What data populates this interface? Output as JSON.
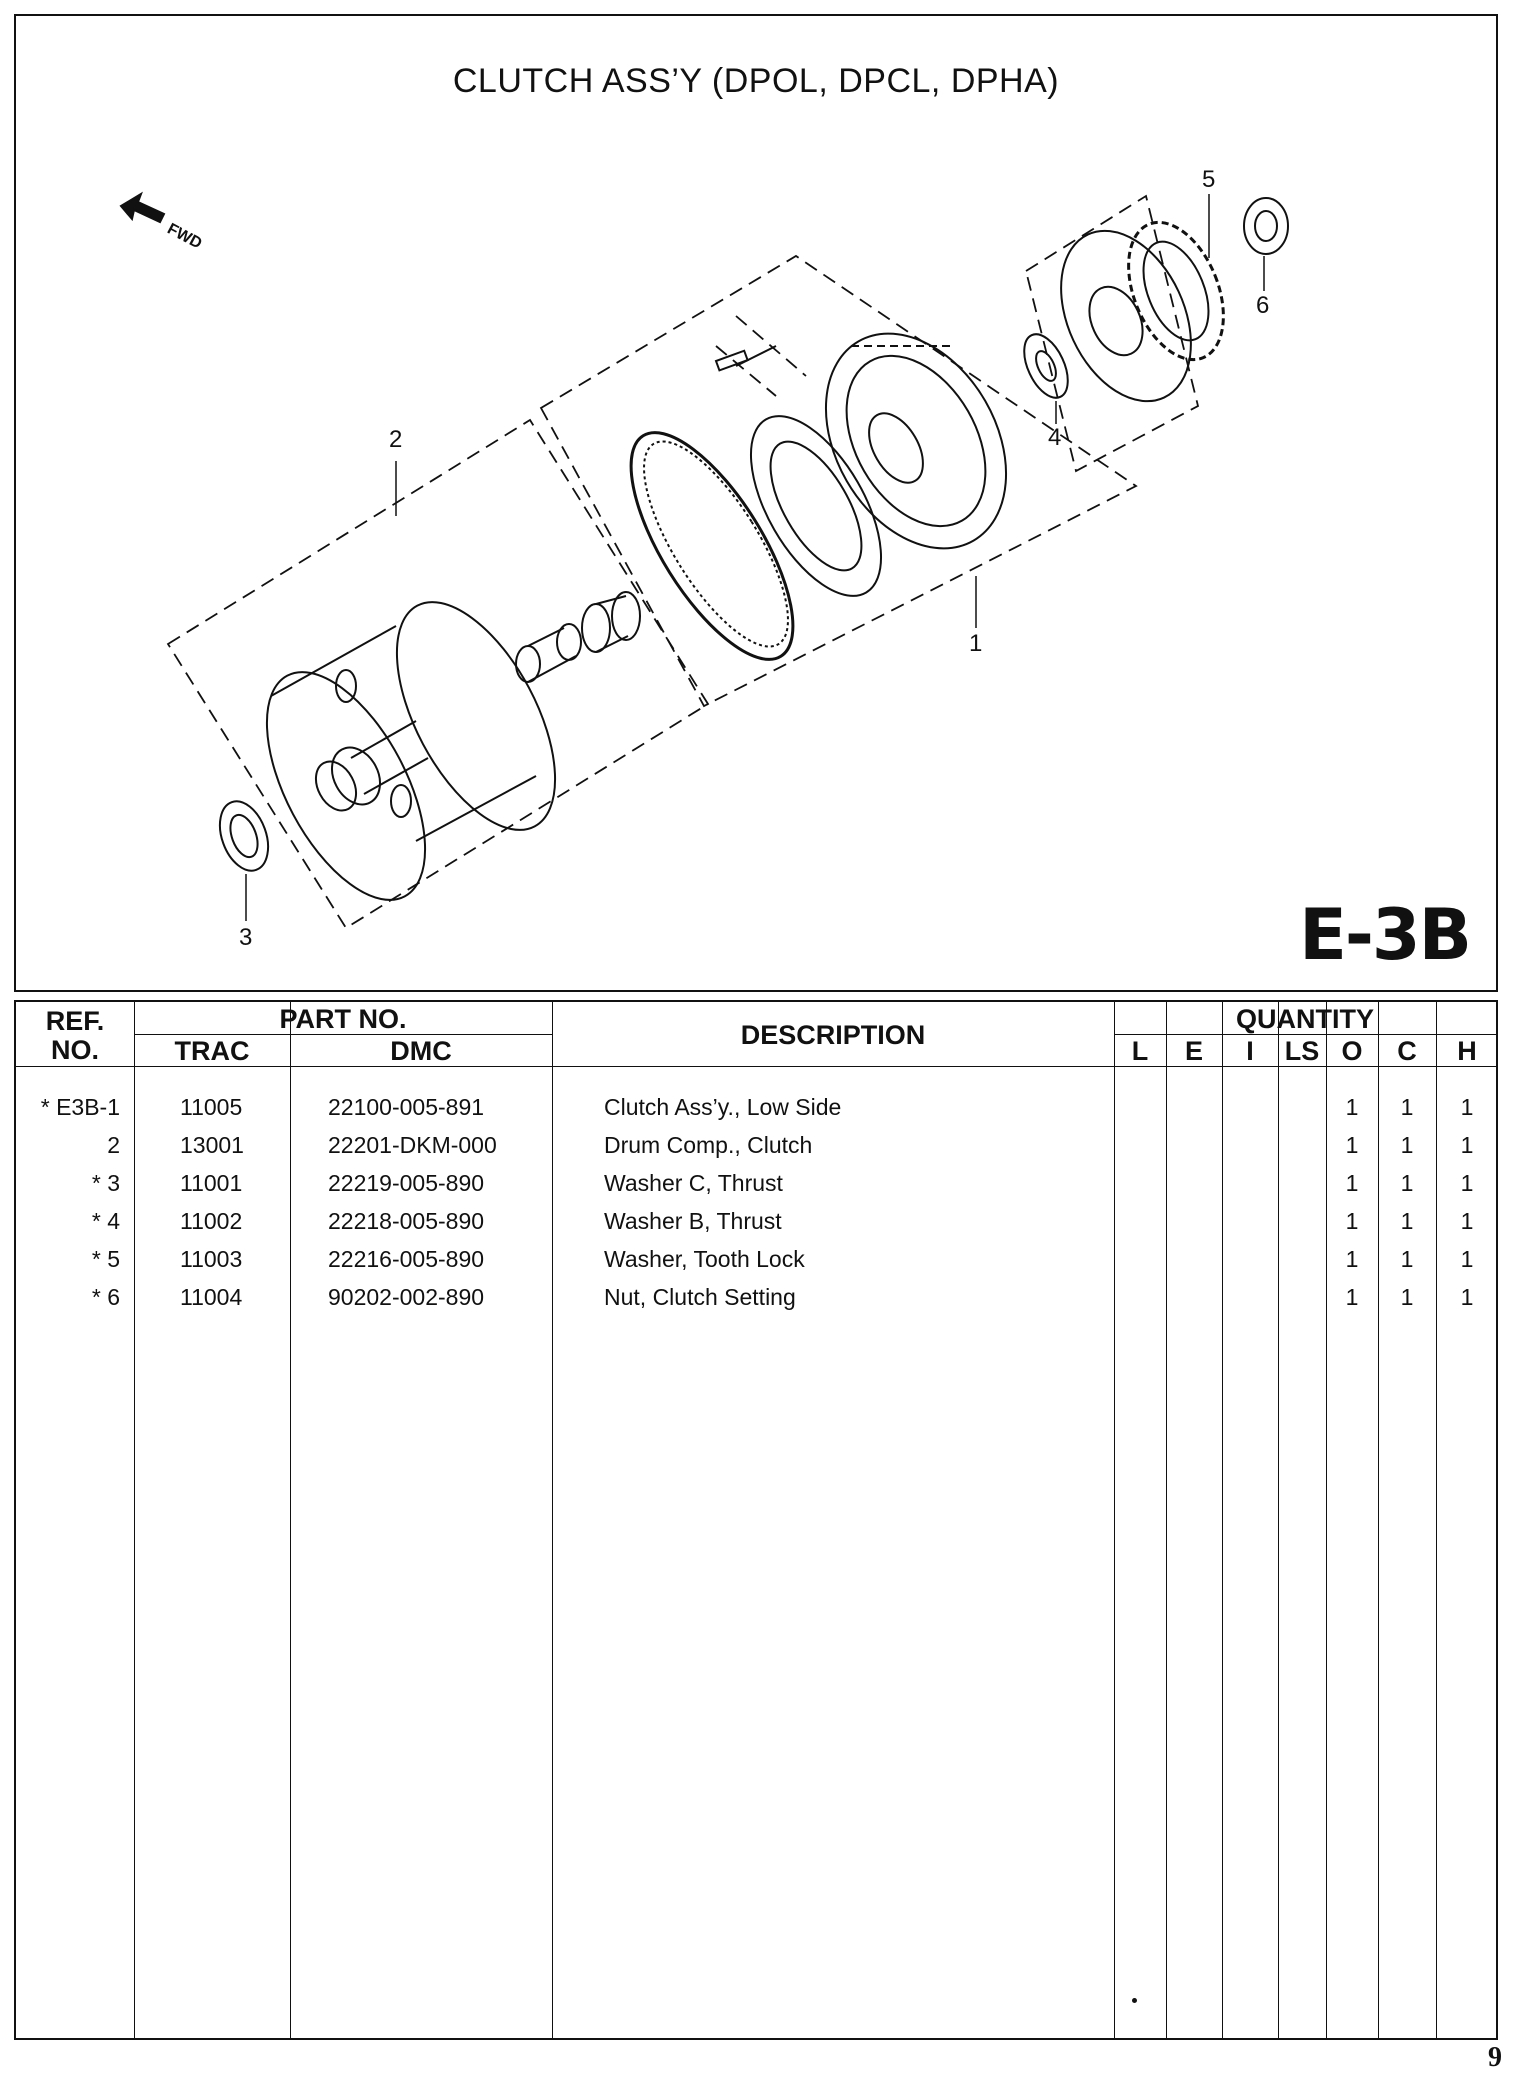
{
  "diagram": {
    "title": "CLUTCH ASS’Y (DPOL, DPCL, DPHA)",
    "section_code": "E-3B",
    "fwd_label": "FWD",
    "callouts": [
      "1",
      "2",
      "3",
      "4",
      "5",
      "6"
    ]
  },
  "table": {
    "headers": {
      "ref": "REF.",
      "no": "NO.",
      "part_no": "PART NO.",
      "trac": "TRAC",
      "dmc": "DMC",
      "description": "DESCRIPTION",
      "quantity": "QUANTITY",
      "q_cols": [
        "L",
        "E",
        "I",
        "LS",
        "O",
        "C",
        "H"
      ]
    },
    "rows": [
      {
        "ref": "* E3B-1",
        "trac": "11005",
        "dmc": "22100-005-891",
        "description": "Clutch Ass’y., Low Side",
        "o": "1",
        "c": "1",
        "h": "1"
      },
      {
        "ref": "2",
        "trac": "13001",
        "dmc": "22201-DKM-000",
        "description": "Drum Comp., Clutch",
        "o": "1",
        "c": "1",
        "h": "1"
      },
      {
        "ref": "* 3",
        "trac": "11001",
        "dmc": "22219-005-890",
        "description": "Washer C, Thrust",
        "o": "1",
        "c": "1",
        "h": "1"
      },
      {
        "ref": "* 4",
        "trac": "11002",
        "dmc": "22218-005-890",
        "description": "Washer B, Thrust",
        "o": "1",
        "c": "1",
        "h": "1"
      },
      {
        "ref": "* 5",
        "trac": "11003",
        "dmc": "22216-005-890",
        "description": "Washer, Tooth Lock",
        "o": "1",
        "c": "1",
        "h": "1"
      },
      {
        "ref": "* 6",
        "trac": "11004",
        "dmc": "90202-002-890",
        "description": "Nut, Clutch Setting",
        "o": "1",
        "c": "1",
        "h": "1"
      }
    ]
  },
  "page_number": "9"
}
